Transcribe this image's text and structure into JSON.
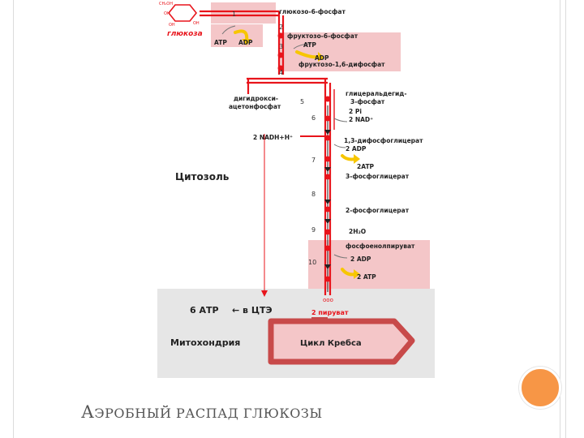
{
  "slide": {
    "title": "Аэробный распад глюкозы",
    "title_first_letter": "А",
    "title_rest": "эробный распад глюкозы",
    "accent_color": "#f79646"
  },
  "diagram": {
    "glucose": "глюкоза",
    "steps": {
      "s1": "1",
      "s2": "2",
      "s3": "3",
      "s4": "4",
      "s5": "5",
      "s6": "6",
      "s7": "7",
      "s8": "8",
      "s9": "9",
      "s10": "10"
    },
    "labels": {
      "g6p": "глюкозо-6-фосфат",
      "atp1": "ATP",
      "adp1": "ADP",
      "f6p": "фруктозо-6-фосфат",
      "atp2": "ATP",
      "adp2": "ADP",
      "f16bp": "фруктозо-1,6-дифосфат",
      "dhap1": "дигидрокси-",
      "dhap2": "ацетонфосфат",
      "g3p1": "глицеральдегид-",
      "g3p2": "3-фосфат",
      "pi": "2 Pi",
      "nad": "2 NAD⁺",
      "nadh": "2 NADH+H⁺",
      "bpg": "1,3-дифосфоглицерат",
      "adp3": "2 ADP",
      "atp3": "2ATP",
      "pg3": "3-фосфоглицерат",
      "pg2": "2-фосфоглицерат",
      "h2o": "2H₂O",
      "pep": "фосфоенолпируват",
      "adp4": "2 ADP",
      "atp4": "2 ATP",
      "cytosol": "Цитозоль",
      "atp_cte": "6 АТР",
      "to_cte": "← в ЦТЭ",
      "pyruvate": "2 пируват",
      "mito": "Митохондрия",
      "krebs": "Цикл Кребса"
    },
    "colors": {
      "pathway": "#e8141b",
      "highlight": "#f4c6c8",
      "arrow_yellow": "#f7c600",
      "mito_band": "#e6e6e6",
      "krebs_outline": "#c84a4a"
    }
  }
}
